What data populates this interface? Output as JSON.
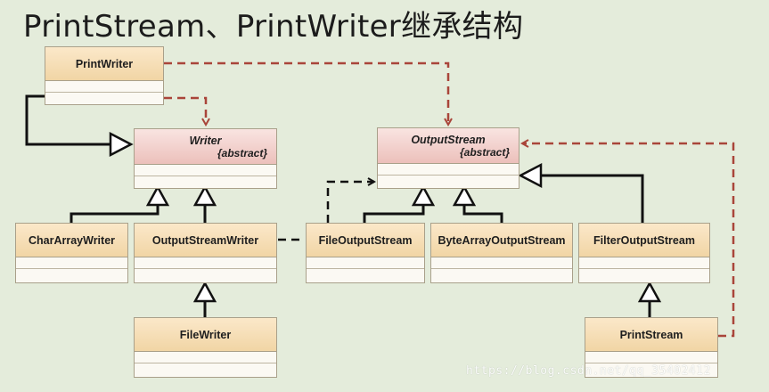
{
  "title": "PrintStream、PrintWriter继承结构",
  "classes": {
    "print_writer": "PrintWriter",
    "writer": {
      "name": "Writer",
      "stereotype": "{abstract}"
    },
    "output_stream": {
      "name": "OutputStream",
      "stereotype": "{abstract}"
    },
    "char_array_writer": "CharArrayWriter",
    "output_stream_writer": "OutputStreamWriter",
    "file_output_stream": "FileOutputStream",
    "byte_array_output_stream": "ByteArrayOutputStream",
    "filter_output_stream": "FilterOutputStream",
    "file_writer": "FileWriter",
    "print_stream": "PrintStream"
  },
  "watermark": "https://blog.csdn.net/qq_35402412",
  "colors": {
    "background": "#e4ecdb",
    "concrete_header": "#f1d5a5",
    "abstract_header": "#ecc0bb",
    "inheritance_line": "#000000",
    "dependency_line": "#a9453a"
  }
}
